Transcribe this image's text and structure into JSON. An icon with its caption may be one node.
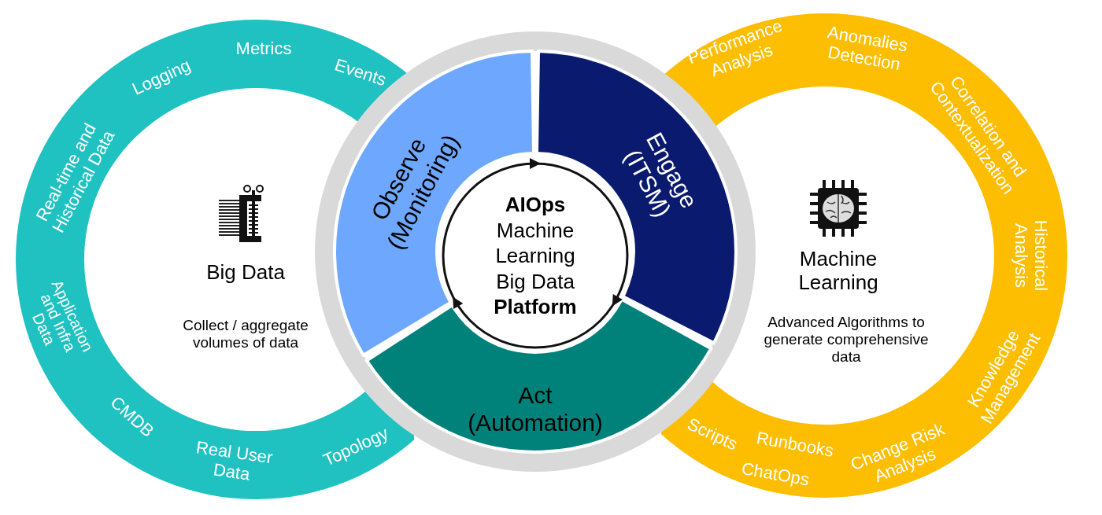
{
  "diagram": {
    "nodes": [
      {
        "text": [
          "Big Data",
          "Collect / aggregate volumes of data",
          "Real-time and Historical Data",
          "Logging",
          "Metrics",
          "Events",
          "Application and Infra Data",
          "CMDB",
          "Real User Data",
          "Topology"
        ]
      },
      {
        "text": [],
        "shape": "circle"
      },
      {
        "text": [
          "Observe (Monitoring)"
        ],
        "in": 1
      },
      {
        "text": [
          "Engage (ITSM)"
        ],
        "in": 1
      },
      {
        "text": [
          "Act (Automation)"
        ],
        "in": 1
      },
      {
        "text": [
          "**AIOps** Machine Learning Big Data **Platform**"
        ],
        "in": 1
      },
      {
        "text": [
          "Machine Learning",
          "Advanced Algorithms to generate comprehensive data",
          "Performance Analysis",
          "Anomalies Detection",
          "Correlation and Contextualization",
          "Historical Analysis",
          "Knowledge Management",
          "Change Risk Analysis",
          "Runbooks",
          "ChatOps",
          "Scripts"
        ]
      }
    ],
    "edges": []
  }
}
